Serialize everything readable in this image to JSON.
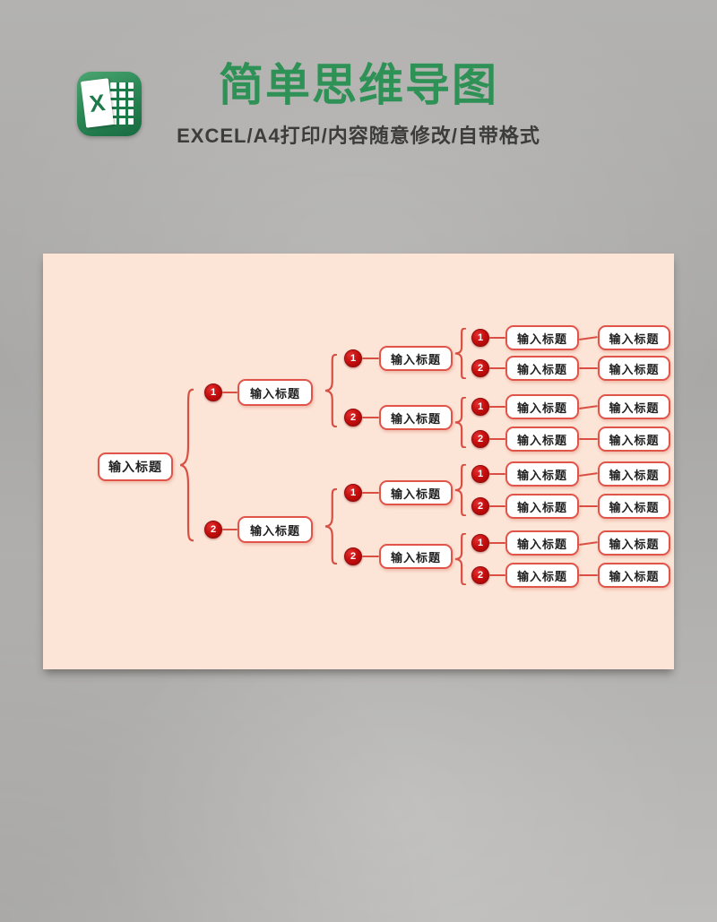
{
  "header": {
    "title": "简单思维导图",
    "subtitle": "EXCEL/A4打印/内容随意修改/自带格式",
    "excel_icon_letter": "X"
  },
  "colors": {
    "title_green": "#2E9156",
    "canvas_peach": "#FCE4D6",
    "badge_red": "#C60F0F",
    "connector_red": "#D94F43",
    "node_border_red": "#E15449",
    "background_gray": "#A9A8A6"
  },
  "mindmap": {
    "root": {
      "label": "输入标题"
    },
    "branches": [
      {
        "num": "1",
        "label": "输入标题",
        "subs": [
          {
            "num": "1",
            "label": "输入标题",
            "leaves": [
              {
                "num": "1",
                "label": "输入标题",
                "label2": "输入标题"
              },
              {
                "num": "2",
                "label": "输入标题",
                "label2": "输入标题"
              }
            ]
          },
          {
            "num": "2",
            "label": "输入标题",
            "leaves": [
              {
                "num": "1",
                "label": "输入标题",
                "label2": "输入标题"
              },
              {
                "num": "2",
                "label": "输入标题",
                "label2": "输入标题"
              }
            ]
          }
        ]
      },
      {
        "num": "2",
        "label": "输入标题",
        "subs": [
          {
            "num": "1",
            "label": "输入标题",
            "leaves": [
              {
                "num": "1",
                "label": "输入标题",
                "label2": "输入标题"
              },
              {
                "num": "2",
                "label": "输入标题",
                "label2": "输入标题"
              }
            ]
          },
          {
            "num": "2",
            "label": "输入标题",
            "leaves": [
              {
                "num": "1",
                "label": "输入标题",
                "label2": "输入标题"
              },
              {
                "num": "2",
                "label": "输入标题",
                "label2": "输入标题"
              }
            ]
          }
        ]
      }
    ]
  }
}
